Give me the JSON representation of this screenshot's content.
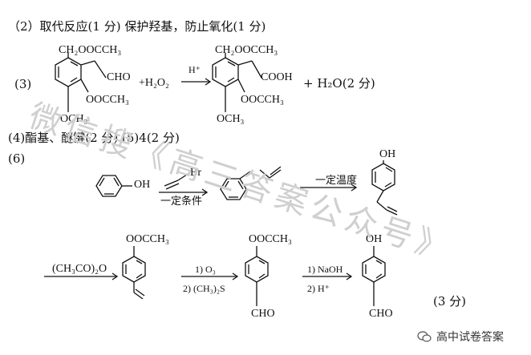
{
  "lines": {
    "q2": "（2）取代反应(1 分)   保护羟基，防止氧化(1 分)",
    "q3_label": "(3)",
    "q4": "(4)酯基、醚键(2 分)   (5)4(2 分)",
    "q6_label": "(6)"
  },
  "q3": {
    "r1_top": "CH₂OOCCH₃",
    "r1_side": "CHO",
    "r1_ester": "OOCCH₃",
    "r1_bottom": "OCH₃",
    "plus_h2o2": "+H₂O₂",
    "arrow_cond": "H⁺",
    "p_top": "CH₂OOCCH₃",
    "p_side": "COOH",
    "p_ester": "OOCCH₃",
    "p_bottom": "OCH₃",
    "plus_water": "+ H₂O(2 分)"
  },
  "q6": {
    "phenol_oh": "OH",
    "reagent_br": "Br",
    "cond1": "一定条件",
    "cond2": "一定温度",
    "prod2_oh": "OH",
    "cond3": "(CH₃CO)₂O",
    "prod3_top": "OOCCH₃",
    "cond4a": "1) O₃",
    "cond4b": "2) (CH₃)₂S",
    "prod4_top": "OOCCH₃",
    "prod4_bottom": "CHO",
    "cond5a": "1) NaOH",
    "cond5b": "2) H⁺",
    "prod5_top": "OH",
    "prod5_bottom": "CHO",
    "score": "(3 分)"
  },
  "watermark": "微信搜《高三答案公众号》",
  "footer": "高中试卷答案"
}
